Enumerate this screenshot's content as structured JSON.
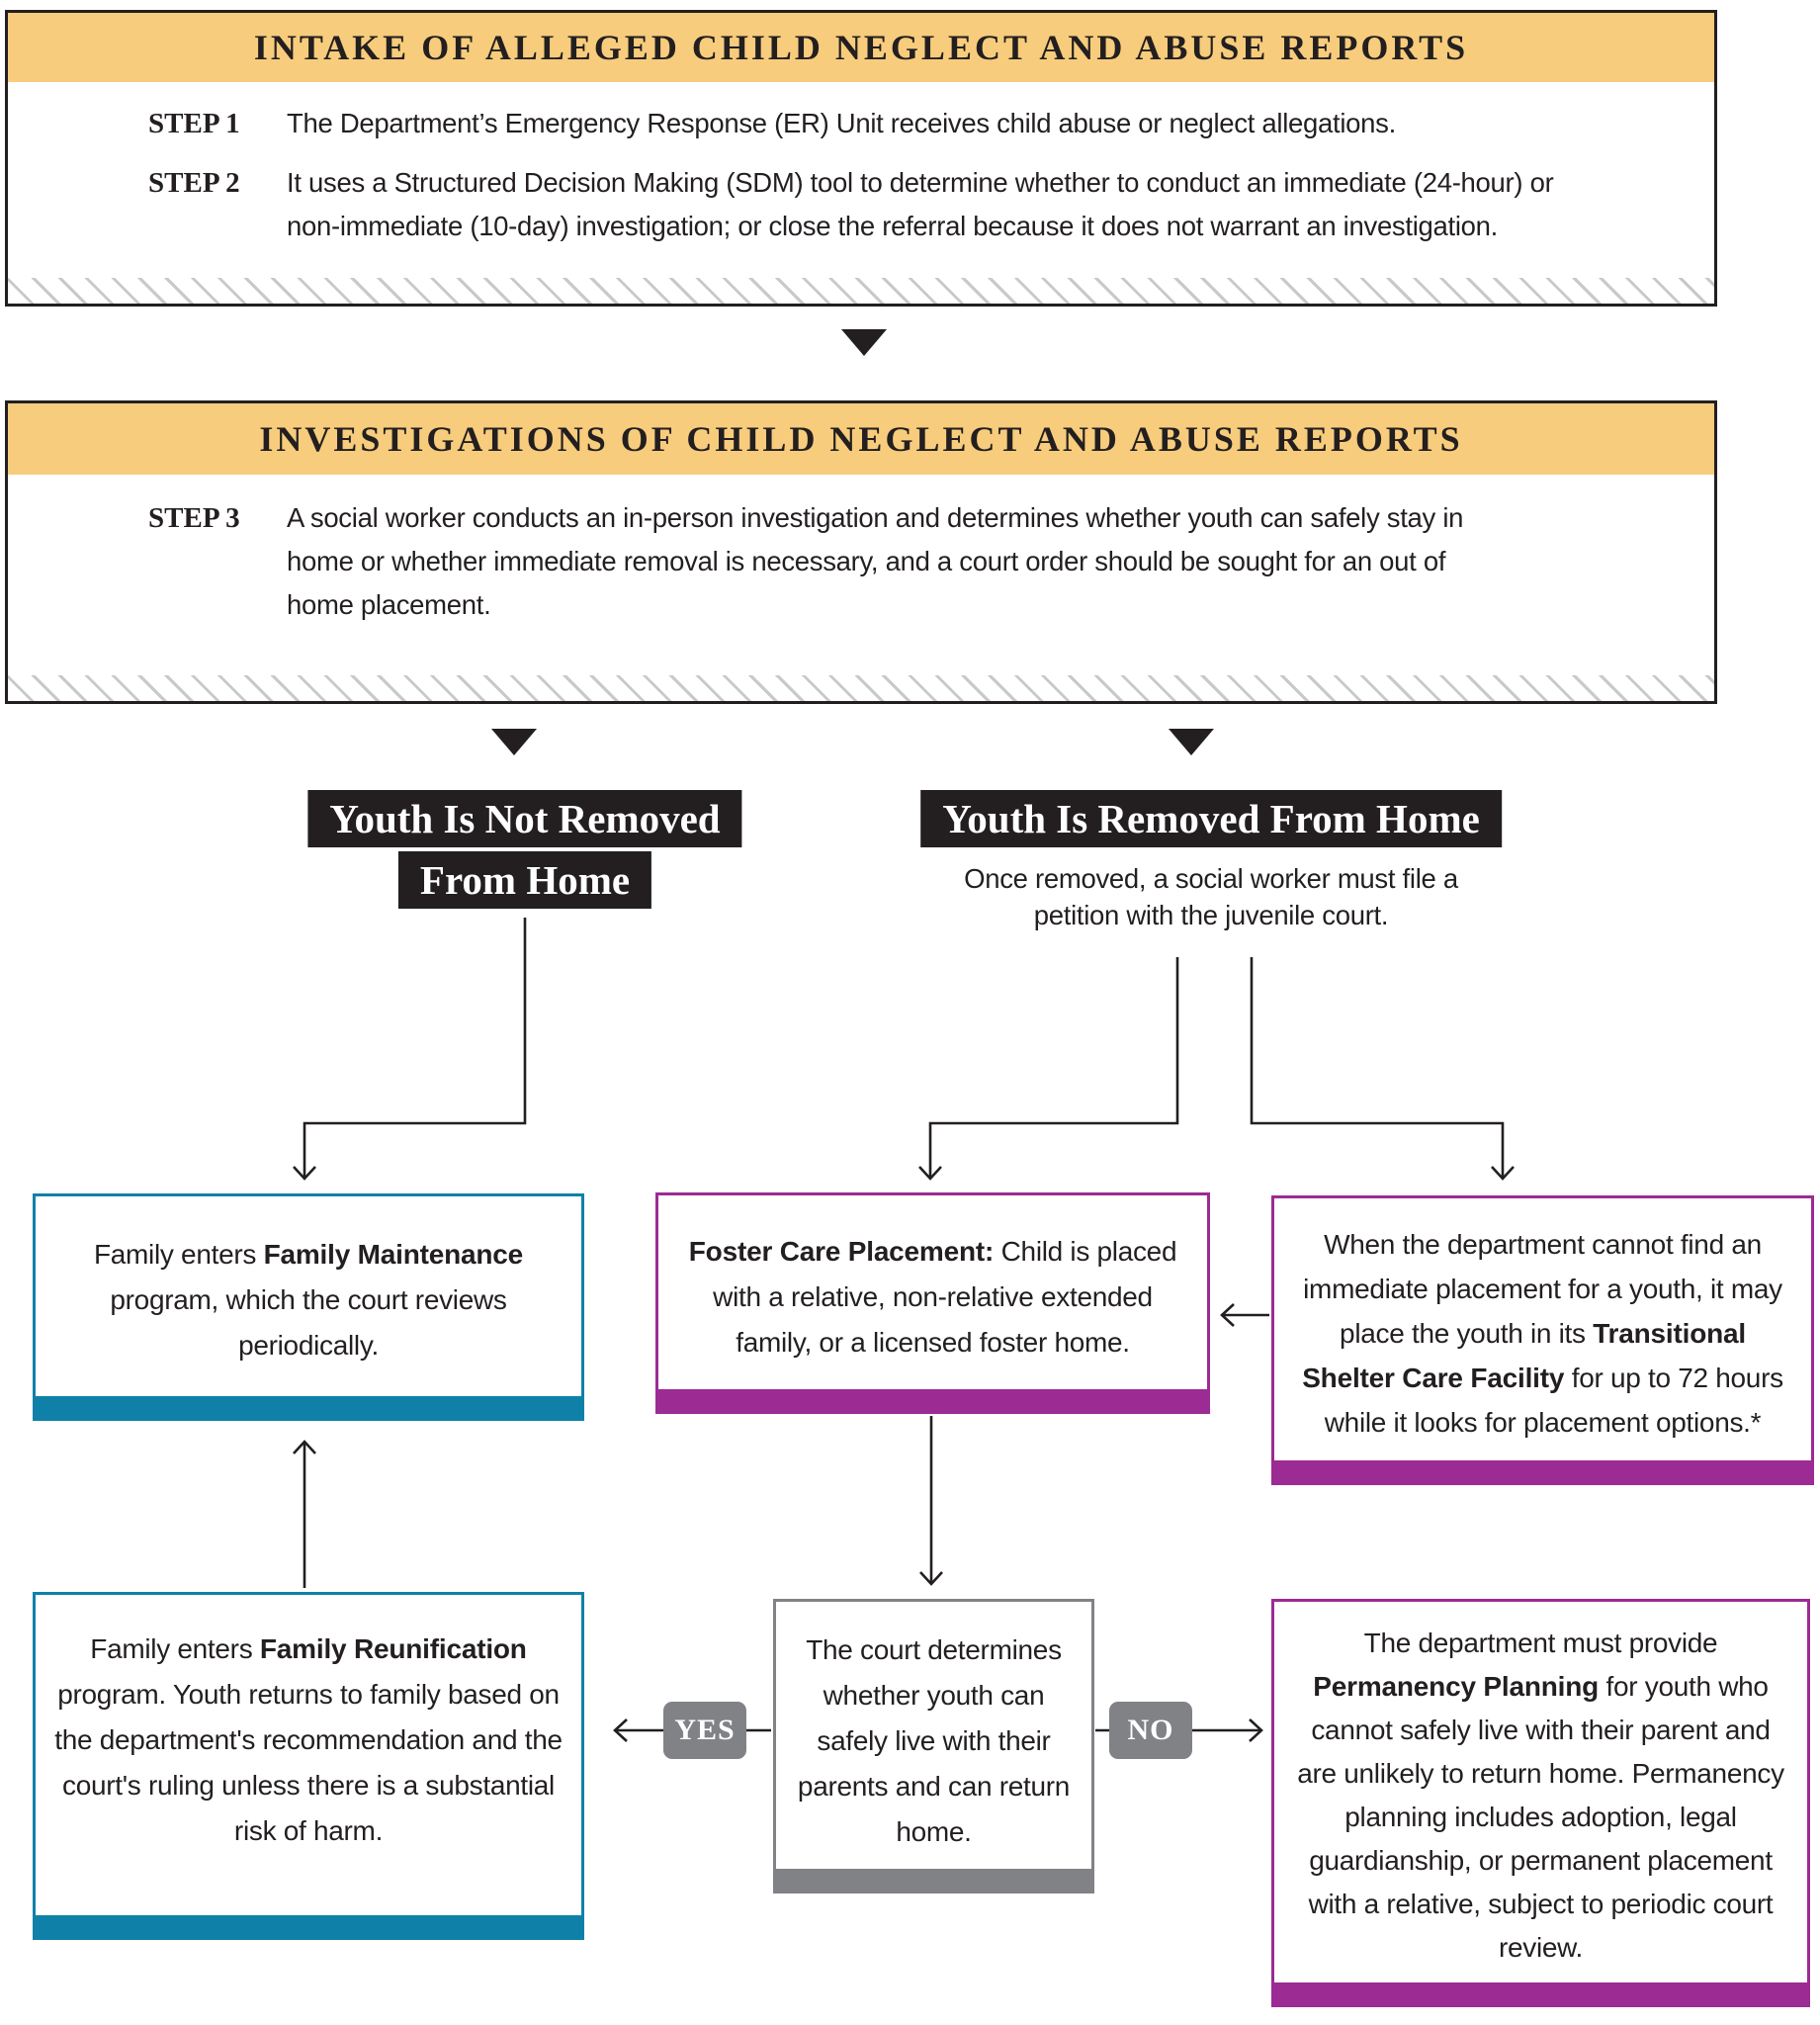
{
  "palette": {
    "yellow": "#F7CC7C",
    "ink": "#231F20",
    "teal": "#0F81A8",
    "purple": "#9C2B93",
    "gray": "#808285"
  },
  "intake": {
    "title": "INTAKE OF ALLEGED CHILD NEGLECT AND ABUSE REPORTS",
    "steps": [
      {
        "label": "STEP 1",
        "text": "The Department’s Emergency Response (ER) Unit receives child abuse or neglect allegations."
      },
      {
        "label": "STEP 2",
        "text": "It uses a Structured Decision Making (SDM) tool to determine whether to conduct an immediate (24-hour) or non-immediate (10-day) investigation; or close the referral because it does not warrant an investigation."
      }
    ]
  },
  "investigations": {
    "title": "INVESTIGATIONS OF CHILD NEGLECT AND ABUSE REPORTS",
    "steps": [
      {
        "label": "STEP 3",
        "text": "A social worker conducts an in-person investigation and determines whether youth can safely stay in home or whether immediate removal is necessary, and a court order should be sought for an out of home placement."
      }
    ]
  },
  "branch_not_removed": {
    "line1": "Youth Is Not Removed",
    "line2": "From Home"
  },
  "branch_removed": {
    "label": "Youth Is Removed From Home",
    "caption": "Once removed, a social worker must file a petition with the juvenile court."
  },
  "family_maintenance": {
    "pre": "Family enters ",
    "bold": "Family Maintenance",
    "post": " program, which the court reviews periodically."
  },
  "foster_care": {
    "bold": "Foster Care Placement:",
    "post": " Child is placed with a relative, non-relative extended family, or a licensed foster home."
  },
  "shelter": {
    "pre": "When the department cannot find an immediate placement for a youth, it may place the youth in its ",
    "bold": "Transitional Shelter Care Facility",
    "post": " for up to 72 hours while it looks for placement options.*"
  },
  "family_reunification": {
    "pre": "Family enters ",
    "bold": "Family Reunification",
    "post": " program. Youth returns to family based on the department's recommendation and the court's ruling unless there is a substantial risk of harm."
  },
  "court_decision": {
    "text": "The court determines whether youth can safely live with their parents and can return home.",
    "yes": "YES",
    "no": "NO"
  },
  "permanency": {
    "pre": "The department must provide ",
    "bold": "Permanency Planning",
    "post": " for youth who cannot safely live with their parent and are unlikely to return home. Permanency planning includes adoption, legal guardianship, or permanent placement with a relative, subject to periodic court review."
  }
}
